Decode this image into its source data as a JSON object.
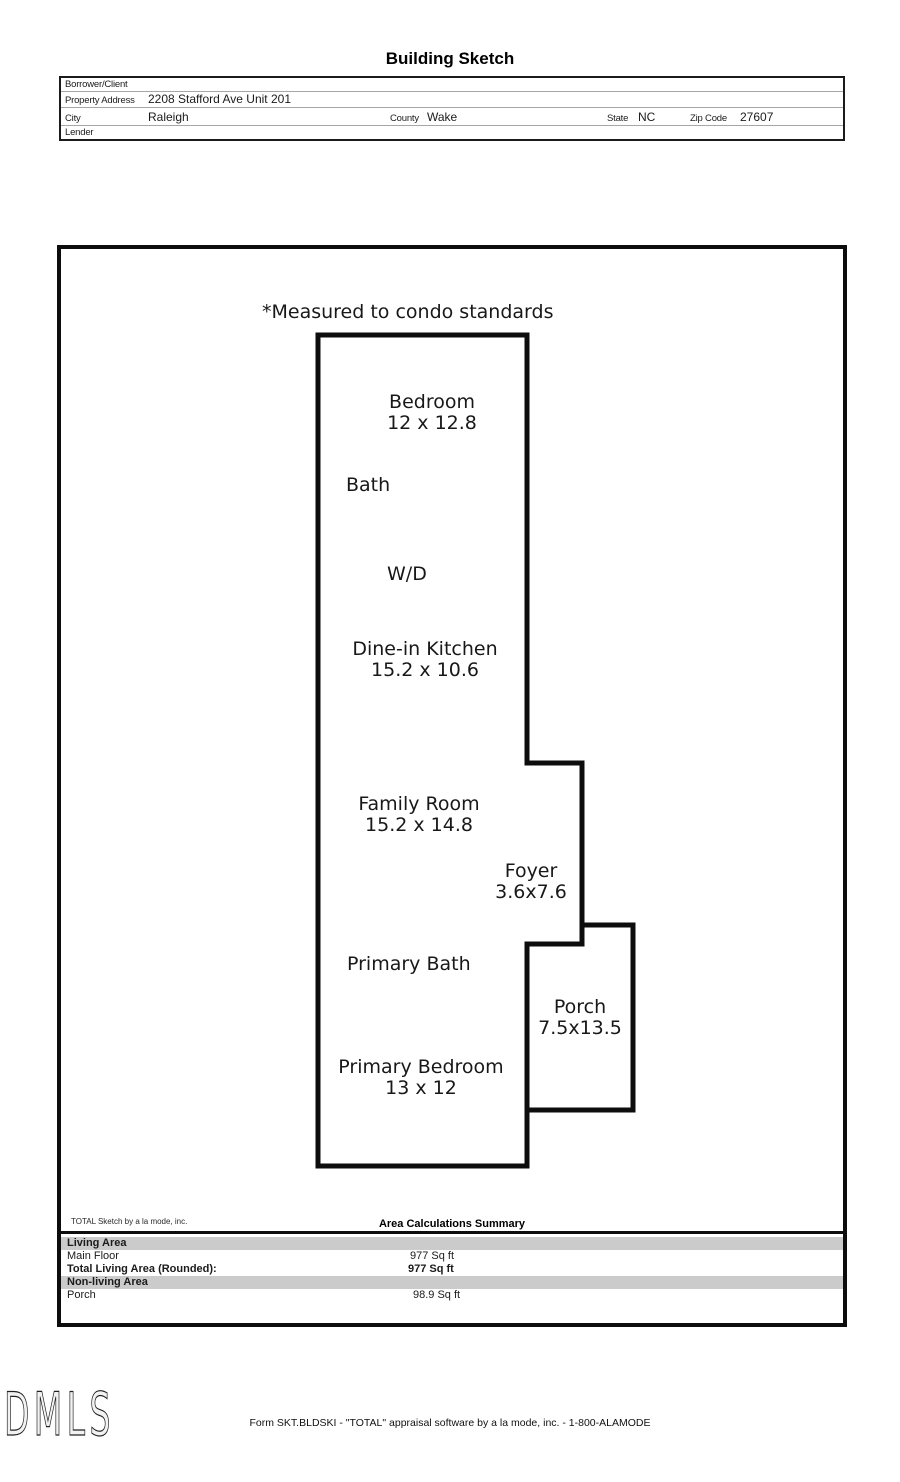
{
  "title": "Building Sketch",
  "header": {
    "borrower_label": "Borrower/Client",
    "property_label": "Property Address",
    "property_value": "2208 Stafford Ave Unit 201",
    "city_label": "City",
    "city_value": "Raleigh",
    "county_label": "County",
    "county_value": "Wake",
    "state_label": "State",
    "state_value": "NC",
    "zip_label": "Zip Code",
    "zip_value": "27607",
    "lender_label": "Lender"
  },
  "plan": {
    "note": "*Measured to condo standards",
    "wall_color": "#0d0d0d",
    "rooms": [
      {
        "name": "Bedroom",
        "dims": "12 x 12.8"
      },
      {
        "name": "Bath",
        "dims": ""
      },
      {
        "name": "W/D",
        "dims": ""
      },
      {
        "name": "Dine-in Kitchen",
        "dims": "15.2 x 10.6"
      },
      {
        "name": "Family Room",
        "dims": "15.2 x 14.8"
      },
      {
        "name": "Foyer",
        "dims": "3.6x7.6"
      },
      {
        "name": "Primary Bath",
        "dims": ""
      },
      {
        "name": "Porch",
        "dims": "7.5x13.5"
      },
      {
        "name": "Primary Bedroom",
        "dims": "13 x 12"
      }
    ]
  },
  "summary": {
    "branding": "TOTAL Sketch by a la mode, inc.",
    "title": "Area Calculations Summary",
    "band_color": "#cbcbcb",
    "living_header": "Living Area",
    "living_rows": [
      {
        "label": "Main Floor",
        "value": "977 Sq ft"
      }
    ],
    "total_label": "Total Living Area (Rounded):",
    "total_value": "977 Sq ft",
    "nonliving_header": "Non-living Area",
    "nonliving_rows": [
      {
        "label": "Porch",
        "value": "98.9 Sq ft"
      }
    ]
  },
  "footer": {
    "logo": "DMLS",
    "form_line": "Form SKT.BLDSKI - \"TOTAL\" appraisal software by a la mode, inc. - 1-800-ALAMODE"
  }
}
